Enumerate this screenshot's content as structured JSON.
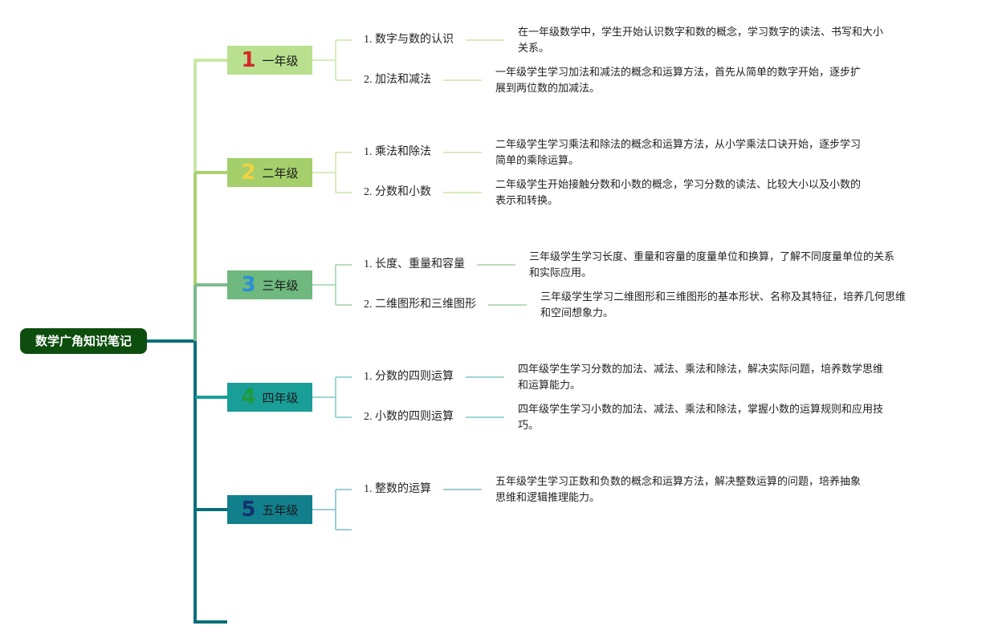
{
  "root": {
    "title": "数学广角知识笔记",
    "color": "#0d4d0d"
  },
  "grades": [
    {
      "num": "1",
      "label": "一年级",
      "box_color": "#b8e08e",
      "num_color": "#d62828",
      "line_color": "#c9e7a6",
      "items": [
        {
          "label": "1. 数字与数的认识",
          "desc_lines": [
            "在一年级数学中，学生开始认识数字和数的概念，学习数字的读法、书写和大小",
            "关系。"
          ]
        },
        {
          "label": "2. 加法和减法",
          "desc_lines": [
            "一年级学生学习加法和减法的概念和运算方法，首先从简单的数字开始，逐步扩",
            "展到两位数的加减法。"
          ]
        }
      ]
    },
    {
      "num": "2",
      "label": "二年级",
      "box_color": "#a4cf6a",
      "num_color": "#f4d03f",
      "line_color": "#cde3a6",
      "items": [
        {
          "label": "1. 乘法和除法",
          "desc_lines": [
            "二年级学生学习乘法和除法的概念和运算方法，从小学乘法口诀开始，逐步学习",
            "简单的乘除运算。"
          ]
        },
        {
          "label": "2. 分数和小数",
          "desc_lines": [
            "二年级学生开始接触分数和小数的概念，学习分数的读法、比较大小以及小数的",
            "表示和转换。"
          ]
        }
      ]
    },
    {
      "num": "3",
      "label": "三年级",
      "box_color": "#6fb87e",
      "num_color": "#2a8fd8",
      "line_color": "#9fd0a9",
      "items": [
        {
          "label": "1. 长度、重量和容量",
          "desc_lines": [
            "三年级学生学习长度、重量和容量的度量单位和换算，了解不同度量单位的关系",
            "和实际应用。"
          ]
        },
        {
          "label": "2. 二维图形和三维图形",
          "desc_lines": [
            "三年级学生学习二维图形和三维图形的基本形状、名称及其特征，培养几何思维",
            "和空间想象力。"
          ]
        }
      ]
    },
    {
      "num": "4",
      "label": "四年级",
      "box_color": "#1a9e98",
      "num_color": "#1e9b3a",
      "line_color": "#7ec8c4",
      "items": [
        {
          "label": "1. 分数的四则运算",
          "desc_lines": [
            "四年级学生学习分数的加法、减法、乘法和除法，解决实际问题，培养数学思维",
            "和运算能力。"
          ]
        },
        {
          "label": "2. 小数的四则运算",
          "desc_lines": [
            "四年级学生学习小数的加法、减法、乘法和除法，掌握小数的运算规则和应用技",
            "巧。"
          ]
        }
      ]
    },
    {
      "num": "5",
      "label": "五年级",
      "box_color": "#127f8c",
      "num_color": "#13326e",
      "line_color": "#7bbcc6",
      "items": [
        {
          "label": "1. 整数的运算",
          "desc_lines": [
            "五年级学生学习正数和负数的概念和运算方法，解决整数运算的问题，培养抽象",
            "思维和逻辑推理能力。"
          ]
        }
      ]
    }
  ]
}
